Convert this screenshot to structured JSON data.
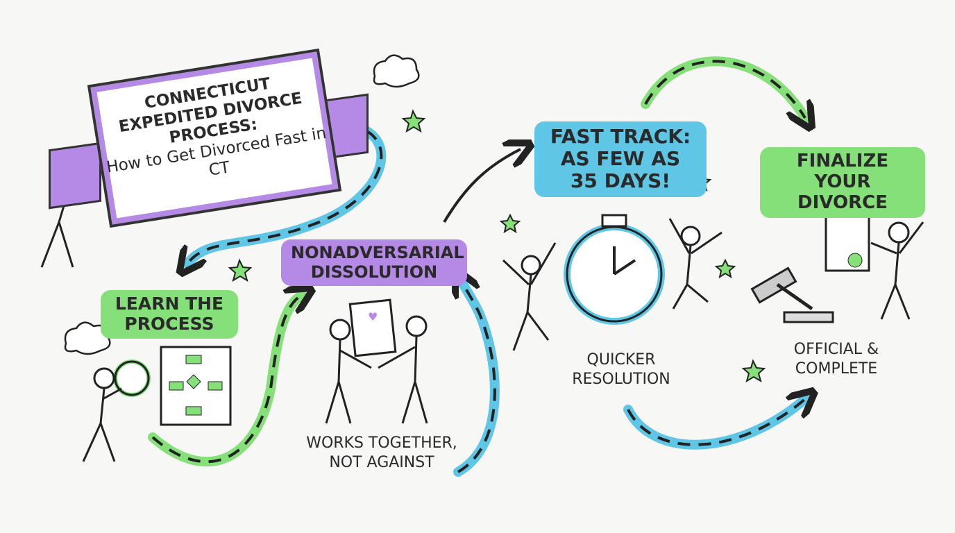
{
  "banner": {
    "title": "Connecticut Expedited Divorce Process:",
    "subtitle": "How to Get Divorced Fast in CT"
  },
  "steps": [
    {
      "label": "Learn the Process",
      "color": "#86e07a"
    },
    {
      "label": "Nonadversarial Dissolution",
      "color": "#b58ae6",
      "caption": "Works Together, Not Against"
    },
    {
      "label": "Fast Track: As Few As 35 Days!",
      "color": "#5fc6e6",
      "caption": "Quicker Resolution"
    },
    {
      "label": "Finalize Your Divorce",
      "color": "#86e07a",
      "caption": "Official & Complete"
    }
  ],
  "colors": {
    "green": "#86e07a",
    "purple": "#b58ae6",
    "blue": "#5fc6e6",
    "ink": "#2a2a2a"
  },
  "icons": [
    "person-pushing-icon",
    "magnifier-icon",
    "flowchart-icon",
    "handshake-icon",
    "document-heart-icon",
    "stopwatch-icon",
    "jumping-person-icon",
    "gavel-icon",
    "certificate-icon",
    "star-icon",
    "thought-cloud-icon",
    "arrow-icon"
  ]
}
